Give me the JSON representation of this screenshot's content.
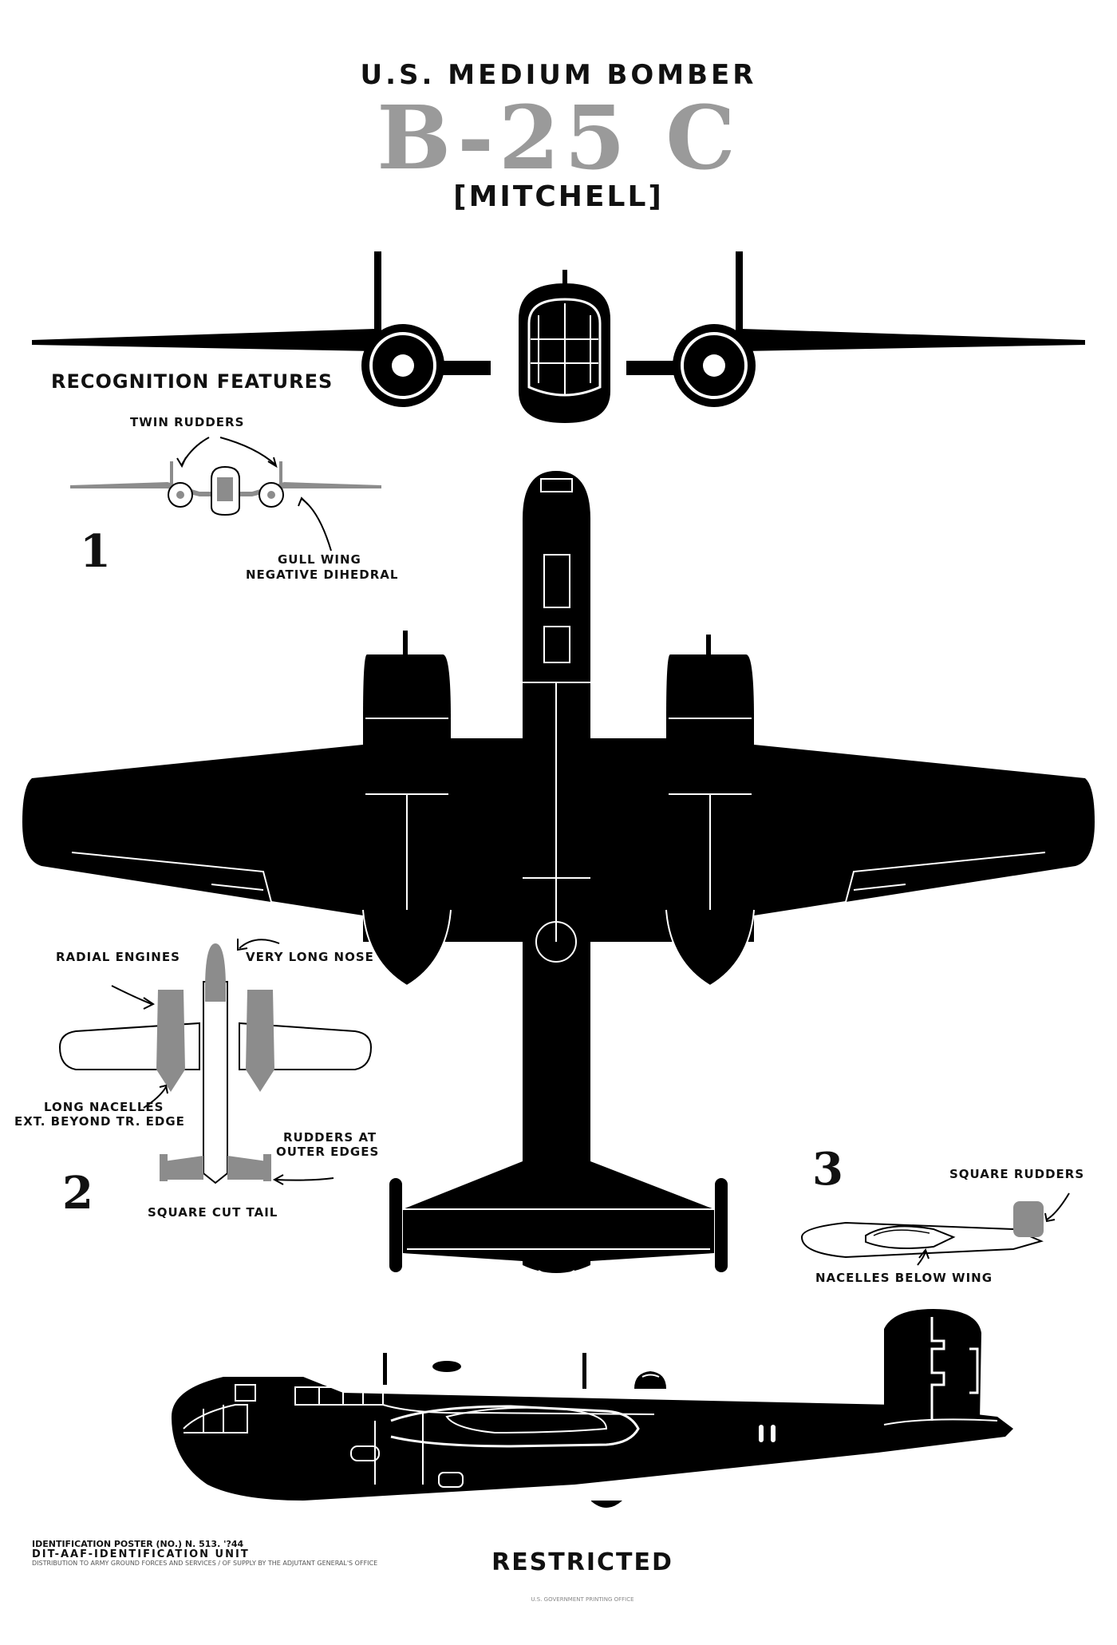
{
  "header": {
    "subtitle": "U.S. MEDIUM BOMBER",
    "model": "B-25 C",
    "nickname": "[MITCHELL]"
  },
  "recognition": {
    "heading": "RECOGNITION FEATURES",
    "section1": {
      "number": "1",
      "labels": [
        "TWIN RUDDERS",
        "GULL WING",
        "NEGATIVE DIHEDRAL"
      ]
    },
    "section2": {
      "number": "2",
      "labels": [
        "RADIAL ENGINES",
        "VERY LONG NOSE",
        "LONG NACELLES",
        "EXT. BEYOND TR. EDGE",
        "RUDDERS AT",
        "OUTER EDGES",
        "SQUARE CUT TAIL"
      ]
    },
    "section3": {
      "number": "3",
      "labels": [
        "SQUARE RUDDERS",
        "NACELLES BELOW WING"
      ]
    }
  },
  "footer": {
    "restricted": "RESTRICTED",
    "credit_line1": "IDENTIFICATION POSTER (NO.) N. 513. '?44",
    "credit_line2": "DIT-AAF-IDENTIFICATION UNIT",
    "fine_print": "DISTRIBUTION TO ARMY GROUND FORCES AND SERVICES / OF SUPPLY BY THE ADJUTANT GENERAL'S OFFICE",
    "printer": "U.S. GOVERNMENT PRINTING OFFICE"
  },
  "colors": {
    "ink": "#000000",
    "paper": "#ffffff",
    "highlight_gray": "#8c8c8c",
    "title_gray": "#9a9a9a"
  }
}
